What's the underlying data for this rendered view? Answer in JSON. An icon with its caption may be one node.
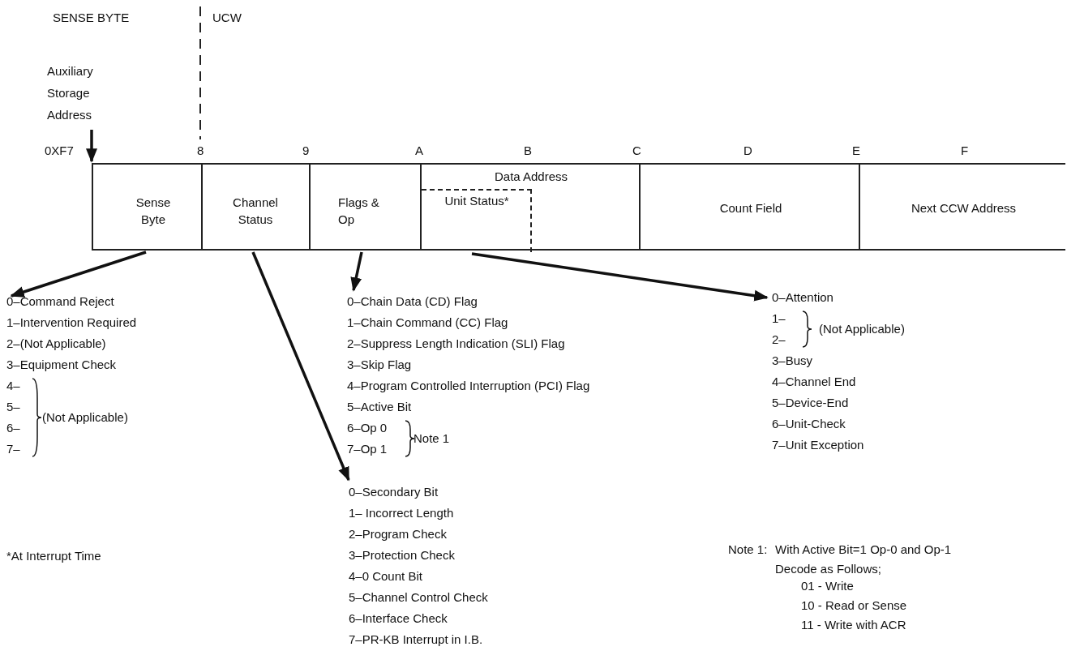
{
  "diagram": {
    "nodes": [
      {
        "text": [
          "Sense Byte"
        ]
      },
      {
        "text": [
          "Channel Status"
        ]
      },
      {
        "text": [
          "Flags & Op"
        ]
      },
      {
        "text": [
          "Data Address"
        ]
      },
      {
        "text": [
          "Unit Status*"
        ],
        "in": 3
      },
      {
        "text": [
          "Count Field"
        ]
      },
      {
        "text": [
          "Next CCW Address"
        ]
      },
      {
        "text": [
          "0–Command Reject",
          "1–Intervention Required",
          "2–(Not Applicable)",
          "3–Equipment Check",
          "4–",
          "5–",
          "6–",
          "7–",
          "(Not Applicable)"
        ]
      },
      {
        "text": [
          "0–Chain Data (CD) Flag",
          "1–Chain Command (CC) Flag",
          "2–Suppress Length Indication (SLI) Flag",
          "3–Skip Flag",
          "4–Program Controlled Interruption (PCI) Flag",
          "5–Active Bit",
          "6–Op 0",
          "7–Op 1",
          "Note 1"
        ]
      },
      {
        "text": [
          "0–Secondary Bit",
          "1– Incorrect Length",
          "2–Program Check",
          "3–Protection Check",
          "4–0 Count Bit",
          "5–Channel Control Check",
          "6–Interface Check",
          "7–PR-KB Interrupt in I.B."
        ]
      },
      {
        "text": [
          "0–Attention",
          "1–",
          "2–",
          "(Not Applicable)",
          "3–Busy",
          "4–Channel End",
          "5–Device-End",
          "6–Unit-Check",
          "7–Unit Exception"
        ]
      },
      {
        "text": [
          "Auxiliary Storage Address"
        ]
      }
    ],
    "edges": [
      {
        "from": 0,
        "to": 7,
        "arrow": "to"
      },
      {
        "from": 1,
        "to": 9,
        "arrow": "to"
      },
      {
        "from": 2,
        "to": 8,
        "arrow": "to"
      },
      {
        "from": 4,
        "to": 10,
        "arrow": "to"
      },
      {
        "from": 11,
        "to": 0,
        "arrow": "to"
      }
    ],
    "labels": [
      "SENSE BYTE",
      "UCW",
      "0XF7",
      "8",
      "9",
      "A",
      "B",
      "C",
      "D",
      "E",
      "F",
      "*At Interrupt Time",
      "Note 1:",
      "With Active Bit=1 Op-0 and Op-1 Decode as Follows;",
      "01 - Write",
      "10 - Read or Sense",
      "11 - Write with ACR"
    ]
  }
}
